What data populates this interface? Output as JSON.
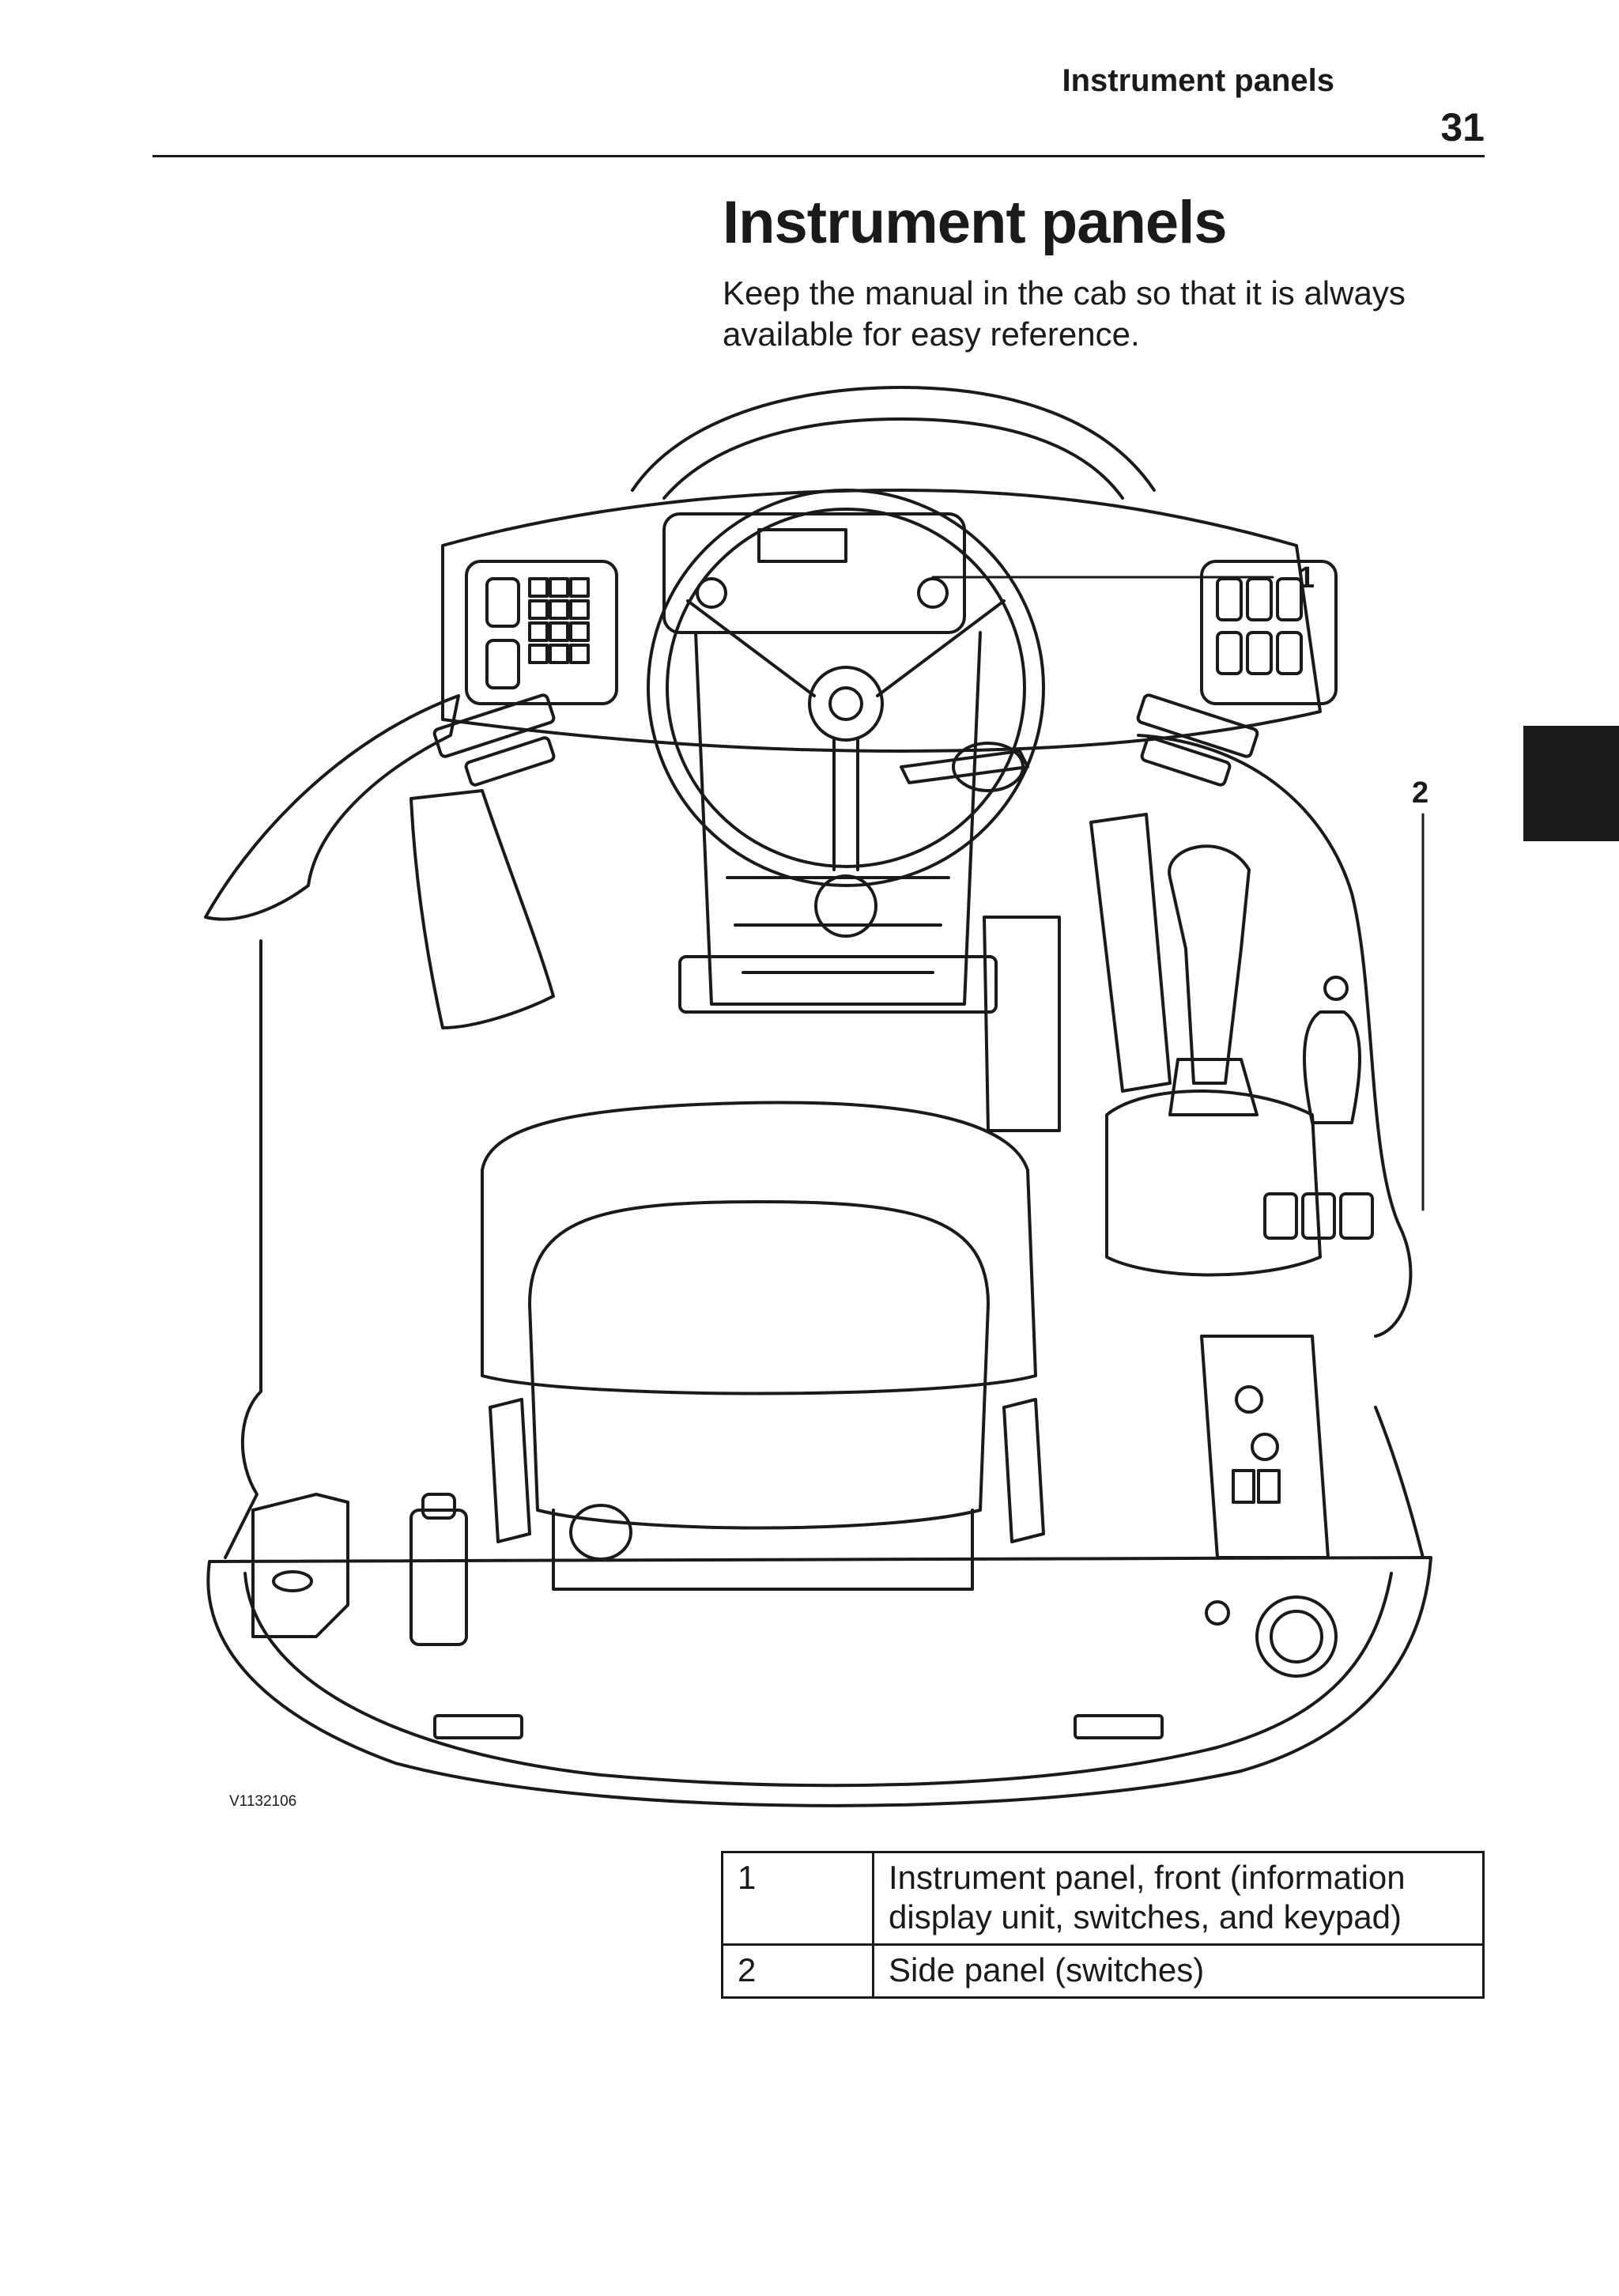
{
  "header": {
    "running_title": "Instrument panels",
    "page_number": "31"
  },
  "main": {
    "title": "Instrument panels",
    "intro": "Keep the manual in the cab so that it is always available for easy reference."
  },
  "figure": {
    "id": "V1132106",
    "callouts": [
      "1",
      "2"
    ]
  },
  "legend": [
    {
      "num": "1",
      "text": "Instrument panel, front (information display unit, switches, and keypad)"
    },
    {
      "num": "2",
      "text": "Side panel (switches)"
    }
  ]
}
